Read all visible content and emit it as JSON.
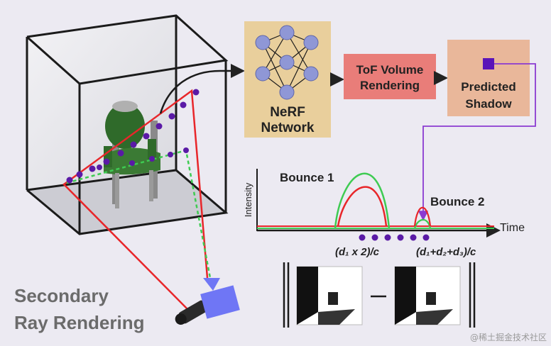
{
  "flow": {
    "nerf_label_line1": "NeRF",
    "nerf_label_line2": "Network",
    "tof_label_line1": "ToF Volume",
    "tof_label_line2": "Rendering",
    "shadow_label_line1": "Predicted",
    "shadow_label_line2": "Shadow"
  },
  "plot": {
    "ylabel": "Intensity",
    "xlabel": "Time",
    "bounce1_label": "Bounce 1",
    "bounce2_label": "Bounce 2",
    "formula1": "(d₁ x 2)/c",
    "formula2": "(d₁+d₂+d₃)/c"
  },
  "scene": {
    "title_line1": "Secondary",
    "title_line2": "Ray Rendering"
  },
  "colors": {
    "nerf_box": "#e9cf9c",
    "tof_box": "#e97d79",
    "shadow_box": "#e9b79a",
    "red_ray": "#e8262a",
    "green_ray": "#3ecb52",
    "sample_dot": "#5a1aa6",
    "connector": "#8b3bd1",
    "camera": "#6f76f5"
  },
  "watermark": "@稀土掘金技术社区"
}
